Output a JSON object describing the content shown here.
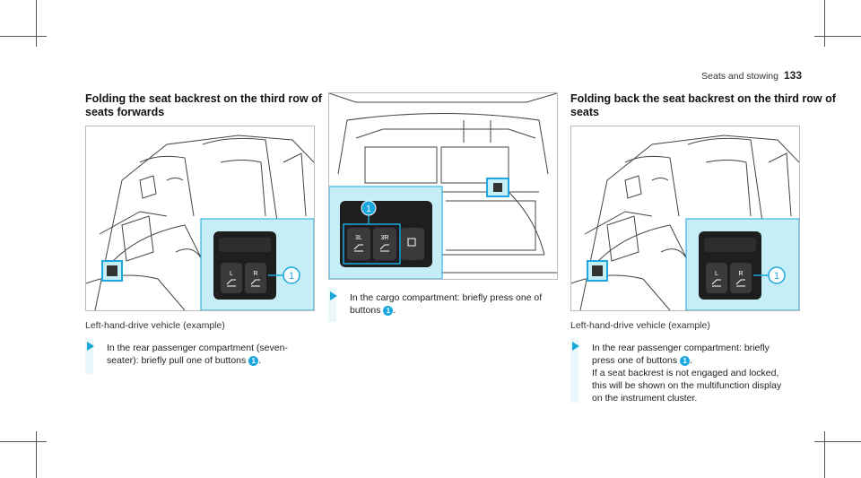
{
  "header": {
    "section": "Seats and stowing",
    "page": "133"
  },
  "col1": {
    "heading_line1": "Folding the seat backrest on the third row of",
    "heading_line2": "seats forwards",
    "caption": "Left-hand-drive vehicle (example)",
    "step_line1": "In the rear passenger compartment (seven-",
    "step_line2a": "seater): briefly pull one of buttons",
    "step_line2b": ".",
    "callout": "1",
    "button_left": "L",
    "button_right": "R"
  },
  "col2": {
    "step_line1": "In the cargo compartment: briefly press one of",
    "step_line2a": "buttons",
    "step_line2b": ".",
    "callout": "1",
    "button_left": "3L",
    "button_right": "3R"
  },
  "col3": {
    "heading_line1": "Folding back the seat backrest on the third row of",
    "heading_line2": "seats",
    "caption": "Left-hand-drive vehicle (example)",
    "step_line1": "In the rear passenger compartment: briefly",
    "step_line2a": "press one of buttons",
    "step_line2b": ".",
    "step_line3": "If a seat backrest is not engaged and locked,",
    "step_line4": "this will be shown on the multifunction display",
    "step_line5": "on the instrument cluster.",
    "callout": "1",
    "button_left": "L",
    "button_right": "R"
  },
  "colors": {
    "accent": "#1ba7df",
    "inset_bg": "#c5eef7",
    "bullet_bg": "#eaf7fb"
  }
}
